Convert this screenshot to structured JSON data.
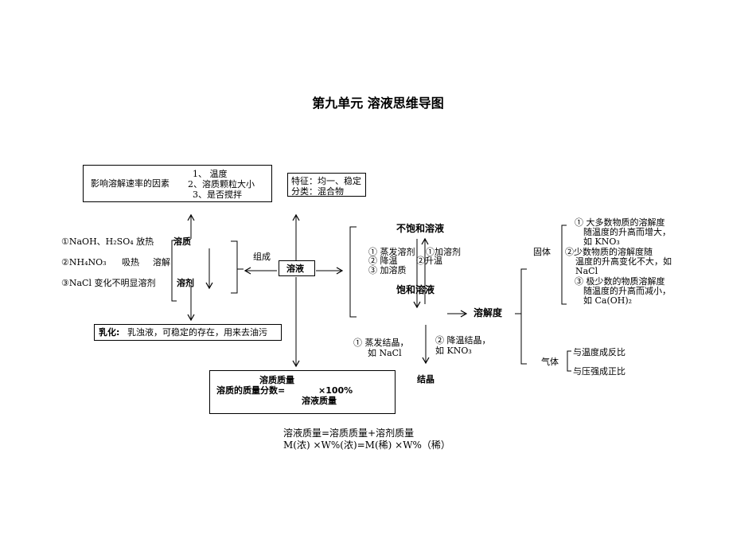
{
  "title": "第九单元    溶液思维导图",
  "center": "溶液",
  "composition_label": "组成",
  "solute": "溶质",
  "solvent": "溶剂",
  "dissolve_factors": {
    "heading": "影响溶解速率的因素",
    "items": [
      "1、 温度",
      "2、溶质颗粒大小",
      "3、是否搅拌"
    ]
  },
  "features": {
    "line1": "特征：均一、稳定",
    "line2": "分类：混合物"
  },
  "heat_effects": {
    "row1": "①NaOH、H₂SO₄  放热",
    "row2_a": "②NH₄NO₃",
    "row2_b": "吸热",
    "row2_c": "溶解",
    "row3": "③NaCl  变化不明显溶剂"
  },
  "emulsify": {
    "label": "乳化:",
    "text": "乳浊液，可稳定的存在，用来去油污"
  },
  "mass_fraction": {
    "numerator": "溶质质量",
    "label": "溶质的质量分数=",
    "times": "×100%",
    "denominator": "溶液质量"
  },
  "formulas": {
    "f1": "溶液质量=溶质质量+溶剂质量",
    "f2": "M(浓) ×W%(浓)=M(稀) ×W%（稀）"
  },
  "saturation": {
    "unsaturated": "不饱和溶液",
    "saturated": "饱和溶液",
    "left_methods": [
      "① 蒸发溶剂",
      "② 降温",
      "③ 加溶质"
    ],
    "right_methods": [
      "①加溶剂",
      "②升温"
    ]
  },
  "crystallization": {
    "label": "结晶",
    "method1_a": "①   蒸发结晶，",
    "method1_b": "如 NaCl",
    "method2_a": "② 降温结晶，",
    "method2_b": "如 KNO₃"
  },
  "solubility": {
    "label": "溶解度",
    "solid": "固体",
    "solid_items": [
      [
        "① 大多数物质的溶解度",
        "随温度的升高而增大，",
        "如 KNO₃"
      ],
      [
        "②少数物质的溶解度随",
        "温度的升高变化不大，如",
        "NaCl"
      ],
      [
        "③ 极少数的物质溶解度",
        "随温度的升高而减小，",
        "如 Ca(OH)₂"
      ]
    ],
    "gas": "气体",
    "gas_items": [
      "与温度成反比",
      "与压强成正比"
    ]
  }
}
